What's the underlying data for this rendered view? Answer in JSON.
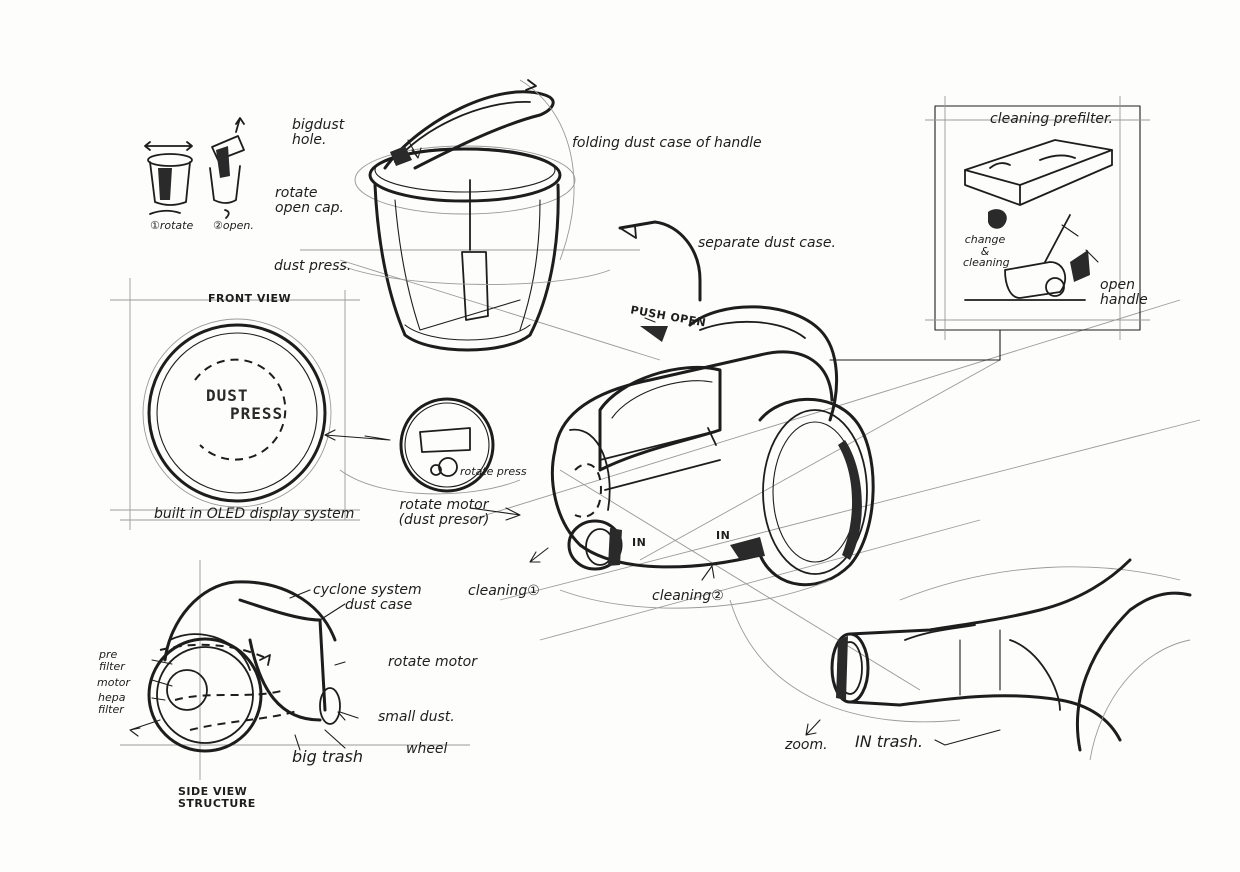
{
  "labels": {
    "big_dust_hole": "bigdust hole.",
    "folding_dust_case": "folding dust case of handle",
    "rotate": "①rotate",
    "open": "②open.",
    "rotate_open_cap": "rotate open cap.",
    "dust_press": "dust press.",
    "separate_dust_case": "separate dust case.",
    "push_open": "PUSH OPEN",
    "front_view": "FRONT VIEW",
    "display_line1": "DUST",
    "display_line2": "PRESS",
    "built_in_oled": "built in OLED display system",
    "rotate_press": "rotate press",
    "rotate_motor_dust": "rotate motor (dust presor)",
    "cleaning_prefilter": "cleaning prefilter.",
    "change_cleaning": "change & cleaning",
    "open_handle": "open handle",
    "in_tag_left": "IN",
    "in_tag_right": "IN",
    "cleaning_1": "cleaning①",
    "cleaning_2": "cleaning②",
    "cyclone_system": "cyclone system",
    "dust_case": "dust case",
    "pre_filter": "pre filter",
    "motor": "motor",
    "hepa_filter": "hepa filter",
    "rotate_motor": "rotate motor",
    "small_dust": "small dust.",
    "big_trash": "big trash",
    "wheel": "wheel",
    "side_view_structure": "SIDE VIEW STRUCTURE",
    "zoom": "zoom.",
    "in_trash": "IN trash."
  }
}
